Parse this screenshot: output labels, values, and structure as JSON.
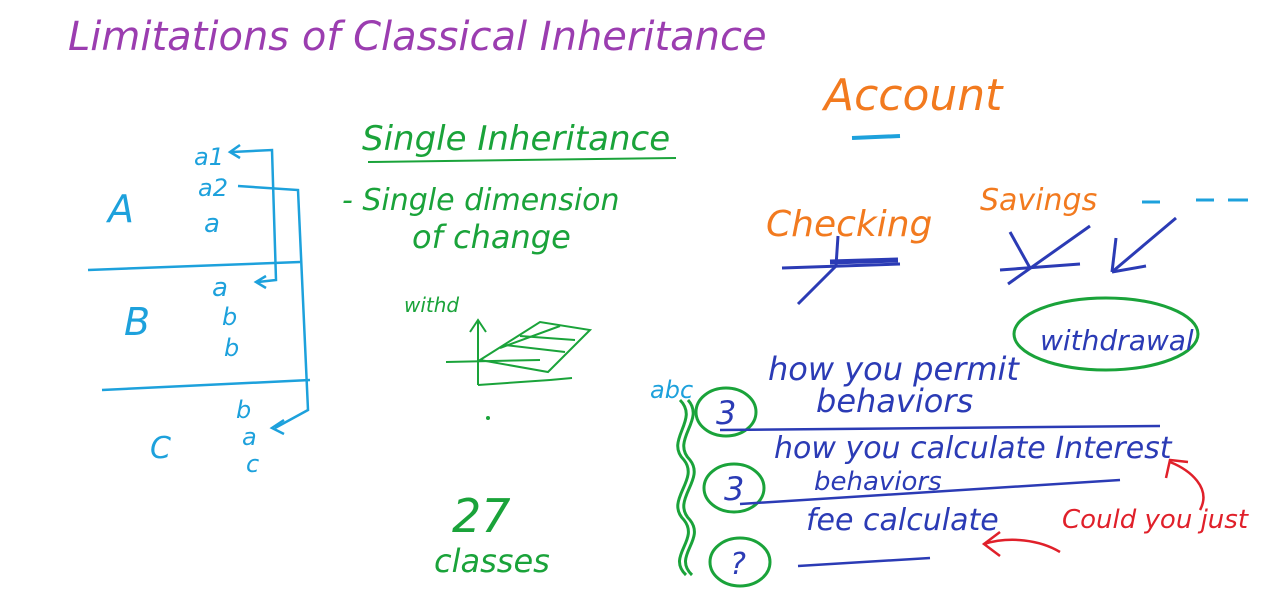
{
  "title": "Limitations of Classical Inheritance",
  "left": {
    "labels": [
      "A",
      "B",
      "C"
    ],
    "a_col": [
      "a1",
      "a2",
      "a"
    ],
    "b_col": [
      "a",
      "b",
      "b"
    ],
    "c_col": [
      "b",
      "a",
      "c"
    ]
  },
  "middle": {
    "heading": "Single Inheritance",
    "line1": "- Single dimension",
    "line2": "of change",
    "small": "withd",
    "count": "27",
    "count_label": "classes"
  },
  "right": {
    "account": "Account",
    "checking": "Checking",
    "savings": "Savings",
    "abc": "abc",
    "items": [
      {
        "num": "3",
        "text": "how you permit",
        "circled": "withdrawal",
        "sub": "behaviors"
      },
      {
        "num": "3",
        "text": "how you calculate Interest",
        "sub": "behaviors"
      },
      {
        "num": "?",
        "text": "fee calculate",
        "sub": ""
      }
    ],
    "red_note": "Could you just"
  },
  "colors": {
    "purple": "#9b3db0",
    "blue": "#1da1dc",
    "green": "#1aa33a",
    "orange": "#f27a1f",
    "navy": "#2b3bb5",
    "red": "#e0202a"
  }
}
